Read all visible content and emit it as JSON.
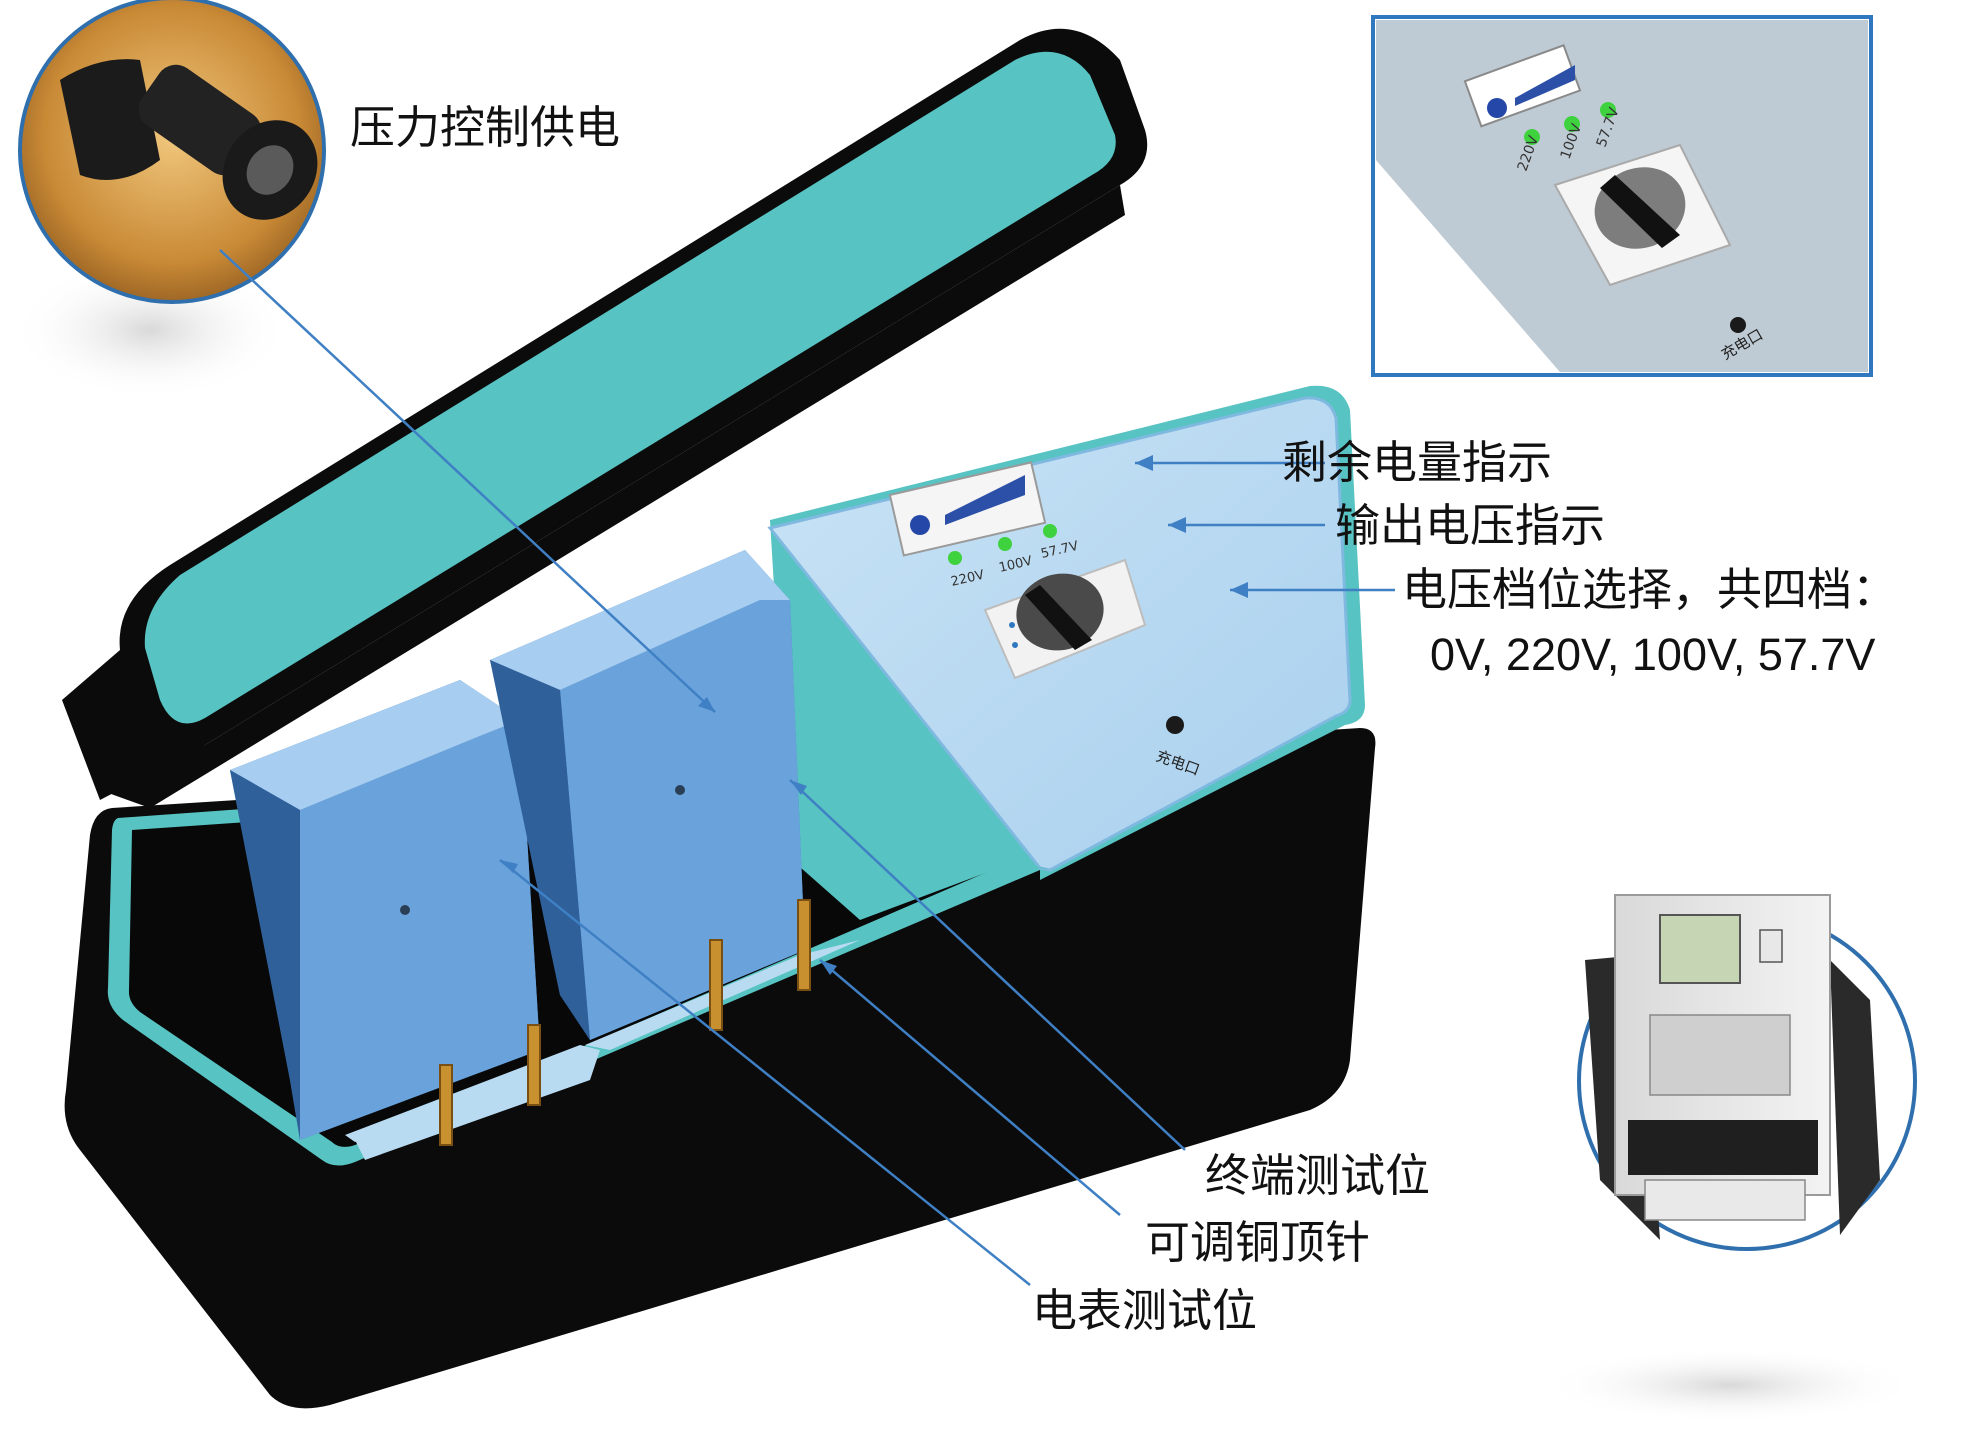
{
  "labels": {
    "pressure_power": "压力控制供电",
    "remaining_charge": "剩余电量指示",
    "output_voltage": "输出电压指示",
    "voltage_select": "电压档位选择，共四档：",
    "voltage_values": "0V, 220V, 100V, 57.7V",
    "terminal_test": "终端测试位",
    "copper_pin": "可调铜顶针",
    "meter_test": "电表测试位"
  },
  "panel": {
    "led_labels": [
      "220V",
      "100V",
      "57.7V"
    ],
    "charge_port": "充电口"
  },
  "colors": {
    "case_black": "#0b0b0b",
    "lid_teal": "#57c3c2",
    "panel_blue": "#b9dbf2",
    "slot_blue": "#5e98d3",
    "pin_gold": "#c8902f",
    "leader_blue": "#3f7fc4",
    "frame_blue": "#2f78c0",
    "led_green": "#3fd23f"
  }
}
